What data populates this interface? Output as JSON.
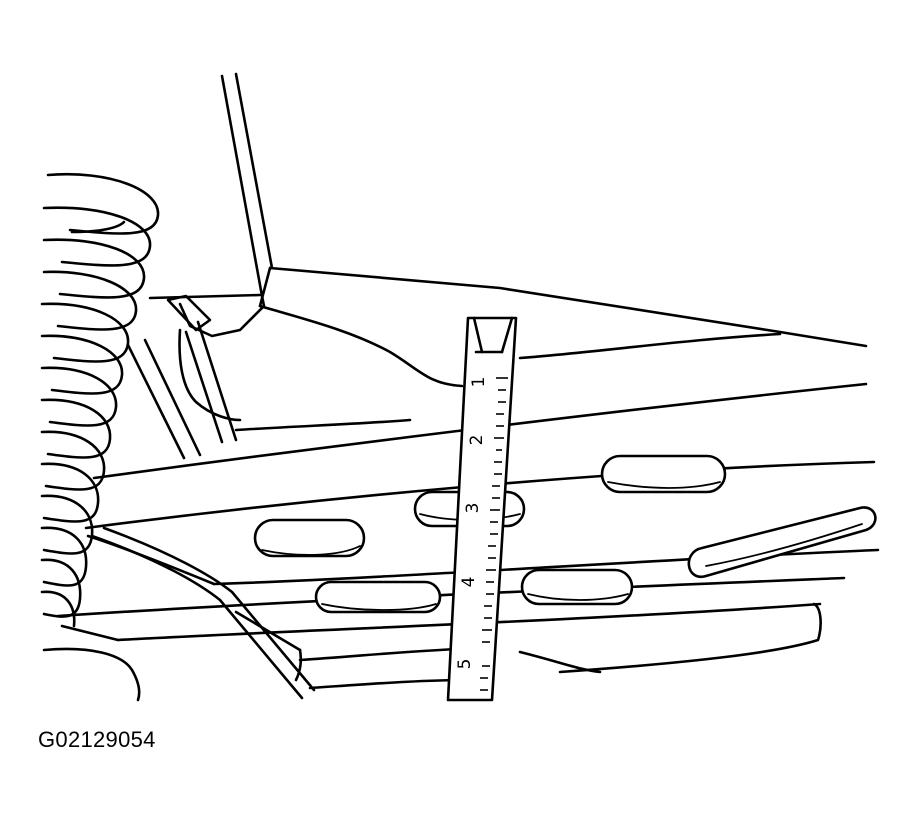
{
  "figure": {
    "id_code": "G02129054",
    "ruler_marks": [
      "1",
      "2",
      "3",
      "4",
      "5"
    ]
  }
}
